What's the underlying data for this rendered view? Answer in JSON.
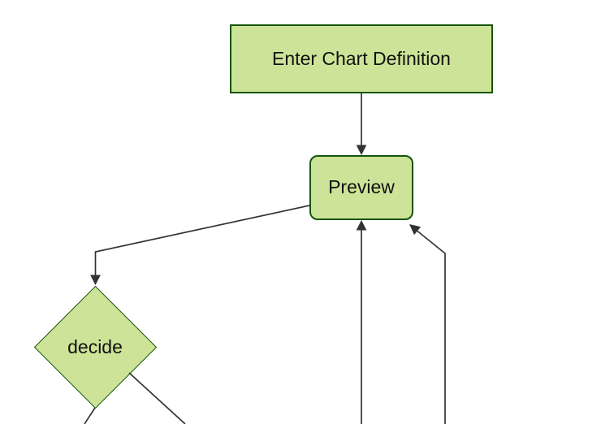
{
  "diagram": {
    "type": "flowchart",
    "theme": {
      "background_color": "#ffffff",
      "node_fill_color": "#cde498",
      "node_border_color": "#13540c",
      "edge_color": "#333333",
      "label_color": "#111111"
    },
    "nodes": [
      {
        "id": "enter-chart-definition",
        "shape": "rectangle",
        "label": "Enter Chart Definition"
      },
      {
        "id": "preview",
        "shape": "rounded-rectangle",
        "label": "Preview"
      },
      {
        "id": "decide",
        "shape": "diamond",
        "label": "decide"
      }
    ],
    "edges": [
      {
        "from": "enter-chart-definition",
        "to": "preview",
        "arrowhead": true
      },
      {
        "from": "preview",
        "to": "decide",
        "arrowhead": true
      },
      {
        "from": "offscreen-bottom",
        "to": "preview",
        "arrowhead": true
      },
      {
        "from": "offscreen-bottom-right",
        "to": "preview",
        "arrowhead": true
      },
      {
        "from": "decide",
        "to": "offscreen-bottom-left",
        "arrowhead": false
      },
      {
        "from": "decide",
        "to": "offscreen-bottom-right",
        "arrowhead": false
      }
    ]
  }
}
